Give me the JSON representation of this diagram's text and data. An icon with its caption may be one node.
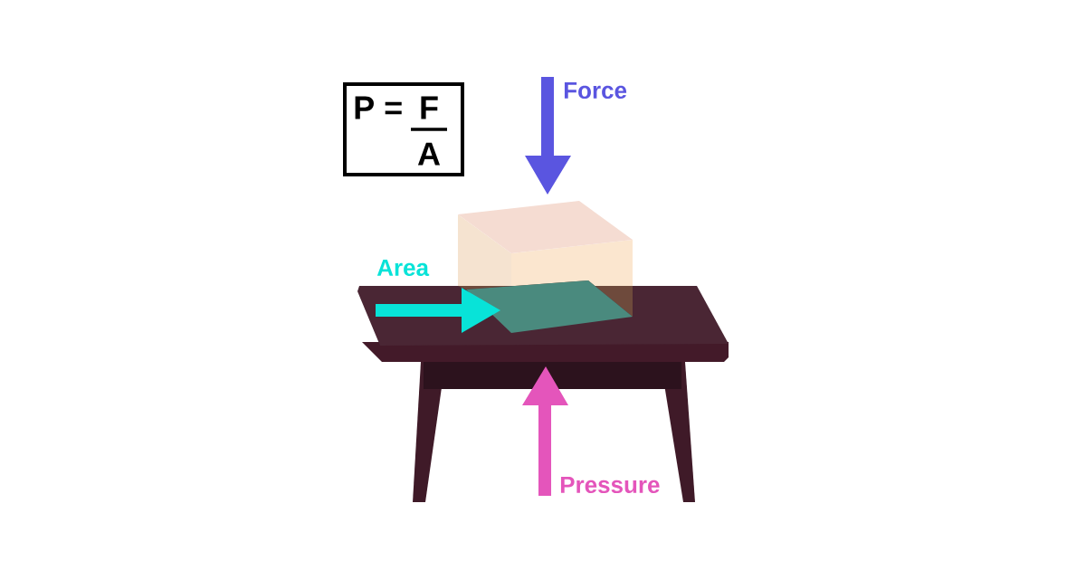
{
  "diagram": {
    "nodes": [
      {
        "text": [
          "P =",
          "F",
          "A"
        ]
      }
    ],
    "labels": [
      "Force",
      "Area",
      "Pressure"
    ]
  }
}
